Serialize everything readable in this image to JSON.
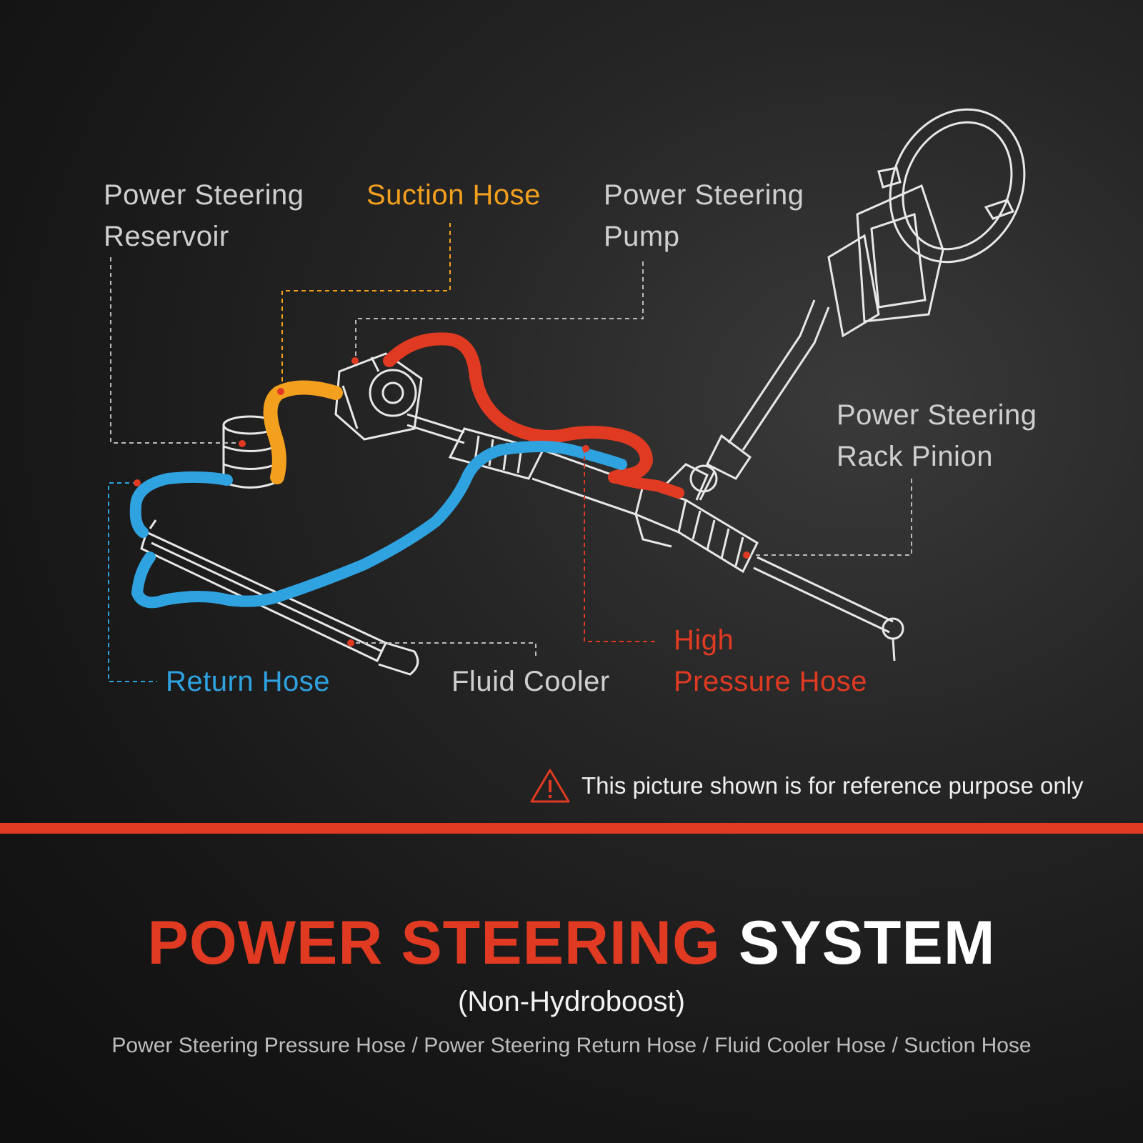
{
  "labels": {
    "reservoir": [
      "Power Steering",
      "Reservoir"
    ],
    "suction": "Suction Hose",
    "pump": [
      "Power Steering",
      "Pump"
    ],
    "rack": [
      "Power Steering",
      "Rack Pinion"
    ],
    "return": "Return Hose",
    "cooler": "Fluid Cooler",
    "high_pressure": [
      "High",
      "Pressure Hose"
    ]
  },
  "notice": {
    "icon": "warning-triangle-icon",
    "text": "This picture shown is for reference purpose only"
  },
  "title": {
    "part1": "POWER STEERING",
    "part2": "SYSTEM"
  },
  "subtitle": "(Non-Hydroboost)",
  "parts_list": "Power Steering Pressure Hose / Power Steering Return Hose / Fluid Cooler Hose / Suction Hose",
  "colors": {
    "accent_red": "#e03a22",
    "suction_orange": "#f3a01e",
    "return_blue": "#2fa2e0",
    "label_gray": "#cfcfcf",
    "background": "#1c1c1c"
  }
}
